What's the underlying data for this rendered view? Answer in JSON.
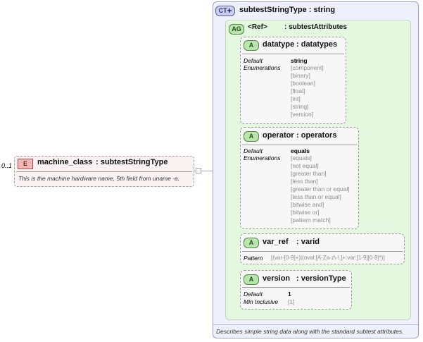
{
  "element": {
    "occurrence": "0..1",
    "badge": "E",
    "name": "machine_class",
    "type": ": subtestStringType",
    "doc": "This is the machine hardware name, 5th field from uname -a."
  },
  "complex_type": {
    "badge": "CT",
    "title": "subtestStringType : string",
    "doc": "Describes simple string data along with the standard subtest attributes."
  },
  "attribute_group": {
    "badge": "AG",
    "ref": "<Ref>",
    "name": ": subtestAttributes"
  },
  "attributes": [
    {
      "badge": "A",
      "name": "datatype",
      "type": ": datatypes",
      "default_label": "Default",
      "default_value": "string",
      "enum_label": "Enumerations",
      "enums": [
        "[component]",
        "[binary]",
        "[boolean]",
        "[float]",
        "[int]",
        "[string]",
        "[version]"
      ]
    },
    {
      "badge": "A",
      "name": "operator",
      "type": ": operators",
      "default_label": "Default",
      "default_value": "equals",
      "enum_label": "Enumerations",
      "enums": [
        "[equals]",
        "[not equal]",
        "[greater than]",
        "[less than]",
        "[greater than or equal]",
        "[less than or equal]",
        "[bitwise and]",
        "[bitwise or]",
        "[pattern match]"
      ]
    },
    {
      "badge": "A",
      "name": "var_ref",
      "type": ": varid",
      "pattern_label": "Pattern",
      "pattern_value": "[(var-[0-9]+)|(oval:[A-Za-z\\-\\.]+:var:[1-9][0-9]*)]"
    },
    {
      "badge": "A",
      "name": "version",
      "type": ": versionType",
      "default_label": "Default",
      "default_value": "1",
      "min_label": "Min Inclusive",
      "min_value": "[1]"
    }
  ],
  "colors": {
    "complex_type_bg": "#eef0fb",
    "attribute_group_bg": "#e4f7df",
    "element_bg": "#fbf3f3",
    "element_badge": "#f2b7b7",
    "attribute_badge": "#b9e6ac"
  }
}
